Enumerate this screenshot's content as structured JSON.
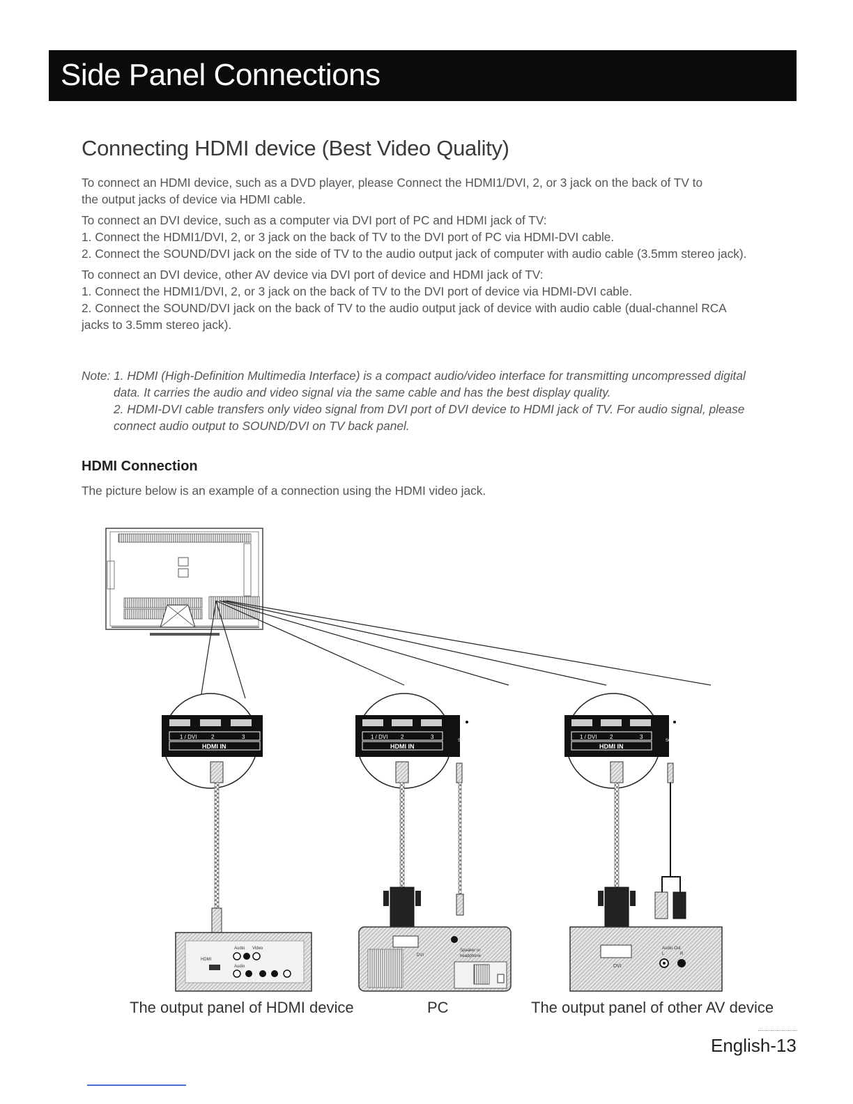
{
  "header": {
    "title": "Side Panel Connections"
  },
  "section": {
    "heading": "Connecting HDMI device (Best Video Quality)",
    "paragraphs": [
      "To  connect an HDMI device, such as a DVD player, please Connect the HDMI1/DVI, 2, or 3 jack on the back of  TV to",
      "the output jacks of device via HDMI cable.",
      "To connect an DVI device, such as a computer via DVI port of PC and HDMI jack of TV:",
      "1. Connect the HDMI1/DVI, 2, or 3 jack on the back of TV to the DVI port of PC via HDMI-DVI cable.",
      "2. Connect the SOUND/DVI jack on the side of TV to the audio output jack of computer with audio cable (3.5mm stereo jack).",
      "To connect an DVI device, other AV device via DVI port of device and HDMI jack of TV:",
      "1. Connect the HDMI1/DVI, 2, or 3 jack on the back of TV to the DVI port of device via HDMI-DVI cable.",
      "2. Connect the SOUND/DVI jack on the back of TV to the audio output jack of device with audio cable (dual-channel RCA",
      "jacks to 3.5mm stereo jack)."
    ],
    "notes": [
      "Note: 1. HDMI (High-Definition Multimedia Interface) is a compact audio/video interface for transmitting uncompressed digital",
      "data. It carries the audio and video signal via the same cable and has the best display quality.",
      "2. HDMI-DVI cable transfers only video signal from DVI port of DVI device to HDMI jack of TV. For audio signal, please",
      "connect audio output to SOUND/DVI on TV back panel."
    ]
  },
  "hdmi_connection": {
    "heading": "HDMI Connection",
    "description": "The picture below is an example of a connection using the HDMI video jack."
  },
  "diagram": {
    "panel_labels": {
      "port1": "1 / DVI",
      "port2": "2",
      "port3": "3",
      "hdmi_in": "HDMI IN",
      "sound": "SOUND/DVI"
    },
    "device_labels": {
      "hdmi": "HDMI",
      "audio": "Audio",
      "video": "Video",
      "l": "L",
      "r": "R",
      "dvi": "DVI",
      "speaker": "Speaker or",
      "headphone": "headphone",
      "audio_out": "Audio Out"
    }
  },
  "captions": {
    "hdmi_device": "The output panel of  HDMI device",
    "pc": "PC",
    "av_device": "The output panel of other AV device"
  },
  "footer": {
    "page": "English-13"
  }
}
